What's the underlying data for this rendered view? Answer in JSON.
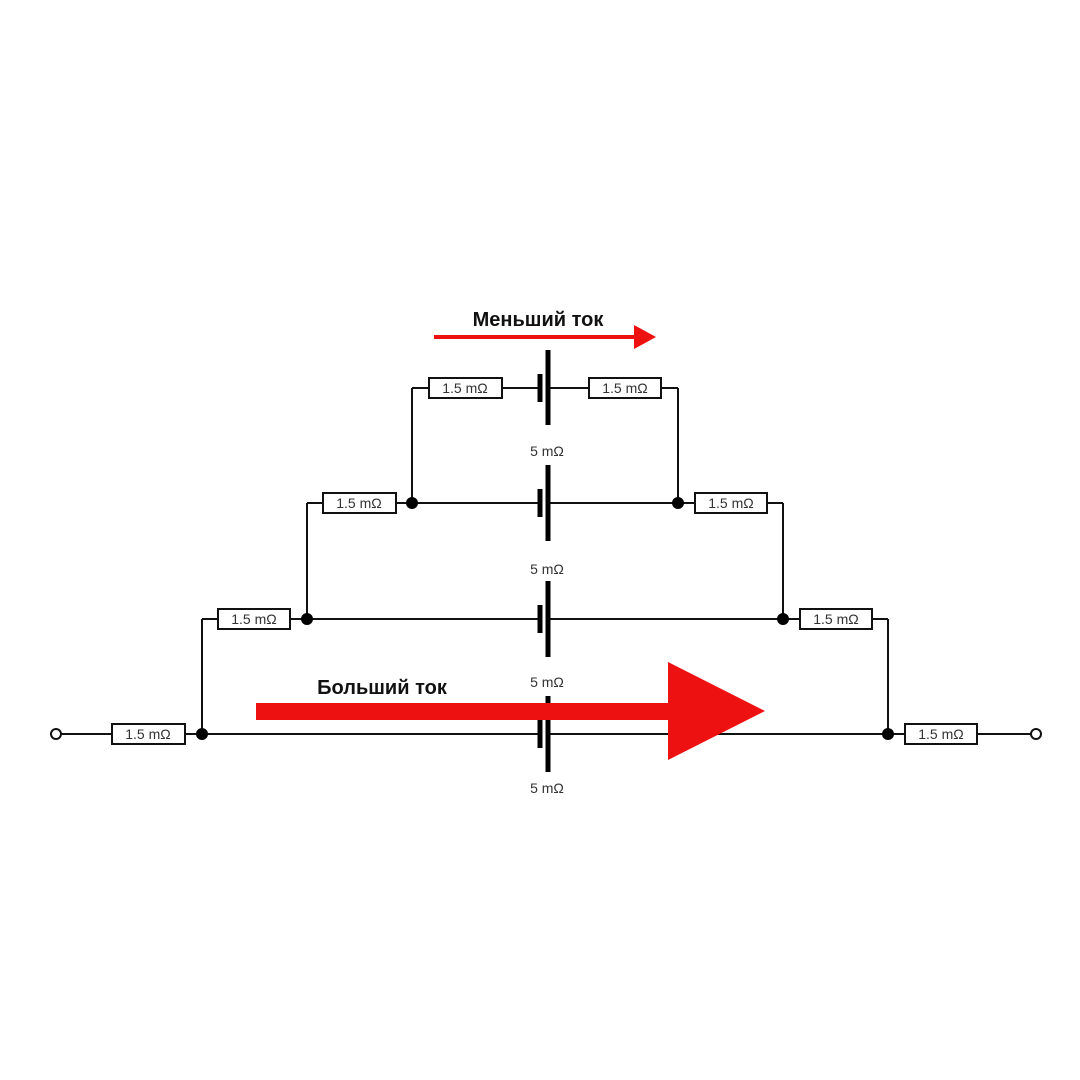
{
  "colors": {
    "arrow": "#ee1111",
    "wire": "#111111",
    "background": "#ffffff"
  },
  "arrows": {
    "small_label": "Меньший ток",
    "large_label": "Больший ток"
  },
  "resistors": {
    "value": "1.5 mΩ",
    "labels": [
      "1.5 mΩ",
      "1.5 mΩ",
      "1.5 mΩ",
      "1.5 mΩ",
      "1.5 mΩ",
      "1.5 mΩ",
      "1.5 mΩ",
      "1.5 mΩ"
    ]
  },
  "cells": {
    "labels": [
      "5 mΩ",
      "5 mΩ",
      "5 mΩ",
      "5 mΩ"
    ]
  }
}
